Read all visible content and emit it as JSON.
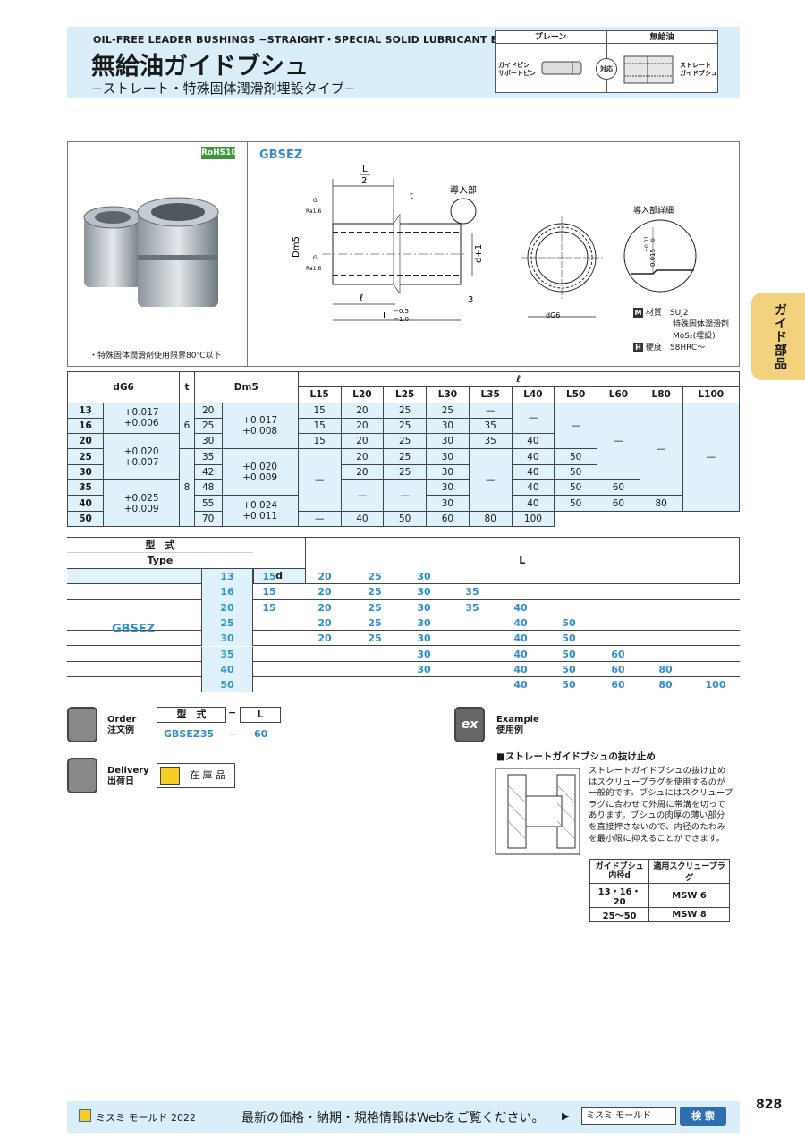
{
  "header": {
    "subtitle_en": "OIL-FREE LEADER BUSHINGS −STRAIGHT・SPECIAL SOLID LUBRICANT EMBEDDED TYPE−",
    "title": "無給油ガイドブシュ",
    "subtitle_jp": "−ストレート・特殊固体潤滑剤埋設タイプ−",
    "compat": {
      "col1": "プレーン",
      "col2": "無給油",
      "left_label": "ガイドピン\nサポートピン",
      "center": "対応",
      "right_label": "ストレート\nガイドブシュ"
    }
  },
  "side_tab": "ガイド部品",
  "product": {
    "rohs": "RoHS10",
    "model": "GBSEZ",
    "note": "・特殊固体潤滑剤使用限界80℃以下",
    "drawing": {
      "l2_num": "L",
      "l2_den": "2",
      "t": "t",
      "intro": "導入部",
      "intro_detail": "導入部詳細",
      "dm5": "Dm5",
      "dplus": "d+1",
      "ell": "ℓ",
      "L": "L",
      "tol_top": "−0.5",
      "tol_bot": "−1.0",
      "three": "3",
      "dg6": "dG6",
      "ra1": "Ra1.6",
      "ra2": "Ra1.6",
      "g1": "G",
      "g2": "G",
      "tol015": "0.015",
      "tol_plus": "+0.01",
      "tol_zero": "0"
    },
    "spec": [
      {
        "key": "M",
        "label": "材質",
        "value": "SUJ2"
      },
      {
        "key": "",
        "label": "",
        "value": "特殊固体潤滑剤"
      },
      {
        "key": "",
        "label": "",
        "value": "MoS₂(埋設)"
      },
      {
        "key": "H",
        "label": "硬度",
        "value": "58HRC〜"
      }
    ]
  },
  "table1": {
    "h_dg6": "dG6",
    "h_t": "t",
    "h_dm5": "Dm5",
    "h_ell": "ℓ",
    "cols": [
      "L15",
      "L20",
      "L25",
      "L30",
      "L35",
      "L40",
      "L50",
      "L60",
      "L80",
      "L100"
    ],
    "rows": [
      {
        "d": "13",
        "dm": "20"
      },
      {
        "d": "16",
        "dm": "25"
      },
      {
        "d": "20",
        "dm": "30"
      },
      {
        "d": "25",
        "dm": "35"
      },
      {
        "d": "30",
        "dm": "42"
      },
      {
        "d": "35",
        "dm": "48"
      },
      {
        "d": "40",
        "dm": "55"
      },
      {
        "d": "50",
        "dm": "70"
      }
    ],
    "dtol": [
      "+0.017\n+0.006",
      "+0.020\n+0.007",
      "+0.025\n+0.009"
    ],
    "dmtol": [
      "+0.017\n+0.008",
      "+0.020\n+0.009",
      "+0.024\n+0.011"
    ],
    "t": [
      "6",
      "8"
    ],
    "cells": {
      "r0": [
        "15",
        "20",
        "25",
        "25",
        "—"
      ],
      "r1": [
        "15",
        "20",
        "25",
        "30",
        "35"
      ],
      "r2": [
        "15",
        "20",
        "25",
        "30",
        "35",
        "40"
      ],
      "r3": [
        "20",
        "25",
        "30",
        "40",
        "50"
      ],
      "r4": [
        "20",
        "25",
        "30",
        "40",
        "50"
      ],
      "r5": [
        "30",
        "40",
        "50",
        "60"
      ],
      "r6": [
        "30",
        "40",
        "50",
        "60",
        "80"
      ],
      "r7": [
        "—",
        "40",
        "50",
        "60",
        "80",
        "100"
      ]
    },
    "dash": "—"
  },
  "table2": {
    "h_type_jp": "型　式",
    "h_type_en": "Type",
    "h_d": "d",
    "h_L": "L",
    "type": "GBSEZ",
    "rows": [
      {
        "d": "13",
        "v": [
          "15",
          "20",
          "25",
          "30",
          "",
          "",
          "",
          "",
          "",
          ""
        ]
      },
      {
        "d": "16",
        "v": [
          "15",
          "20",
          "25",
          "30",
          "35",
          "",
          "",
          "",
          "",
          ""
        ]
      },
      {
        "d": "20",
        "v": [
          "15",
          "20",
          "25",
          "30",
          "35",
          "40",
          "",
          "",
          "",
          ""
        ]
      },
      {
        "d": "25",
        "v": [
          "",
          "20",
          "25",
          "30",
          "",
          "40",
          "50",
          "",
          "",
          ""
        ]
      },
      {
        "d": "30",
        "v": [
          "",
          "20",
          "25",
          "30",
          "",
          "40",
          "50",
          "",
          "",
          ""
        ]
      },
      {
        "d": "35",
        "v": [
          "",
          "",
          "",
          "30",
          "",
          "40",
          "50",
          "60",
          "",
          ""
        ]
      },
      {
        "d": "40",
        "v": [
          "",
          "",
          "",
          "30",
          "",
          "40",
          "50",
          "60",
          "80",
          ""
        ]
      },
      {
        "d": "50",
        "v": [
          "",
          "",
          "",
          "",
          "",
          "40",
          "50",
          "60",
          "80",
          "100"
        ]
      }
    ]
  },
  "order": {
    "label_en": "Order",
    "label_jp": "注文例",
    "h_type": "型　式",
    "h_dash": "−",
    "h_L": "L",
    "ex_type": "GBSEZ35",
    "ex_dash": "−",
    "ex_L": "60"
  },
  "delivery": {
    "label_en": "Delivery",
    "label_jp": "出荷日",
    "stock": "在 庫 品"
  },
  "example": {
    "label_en": "Example",
    "label_jp": "使用例",
    "ex_icon": "ex",
    "title": "■ストレートガイドブシュの抜け止め",
    "desc": "ストレートガイドブシュの抜け止めはスクリュープラグを使用するのが一般的です。ブシュにはスクリュープラグに合わせて外周に帯溝を切ってあります。ブシュの肉厚の薄い部分を直接押さないので、内径のたわみを最小限に抑えることができます。",
    "t_h1": "ガイドブシュ\n内径d",
    "t_h2": "適用スクリュープラグ",
    "t_rows": [
      [
        "13・16・20",
        "MSW  6"
      ],
      [
        "25〜50",
        "MSW  8"
      ]
    ]
  },
  "footer": {
    "brand": "ミスミ モールド 2022",
    "msg": "最新の価格・納期・規格情報はWebをご覧ください。",
    "search_text": "ミスミ モールド",
    "search_btn": "検 索",
    "page": "828"
  }
}
